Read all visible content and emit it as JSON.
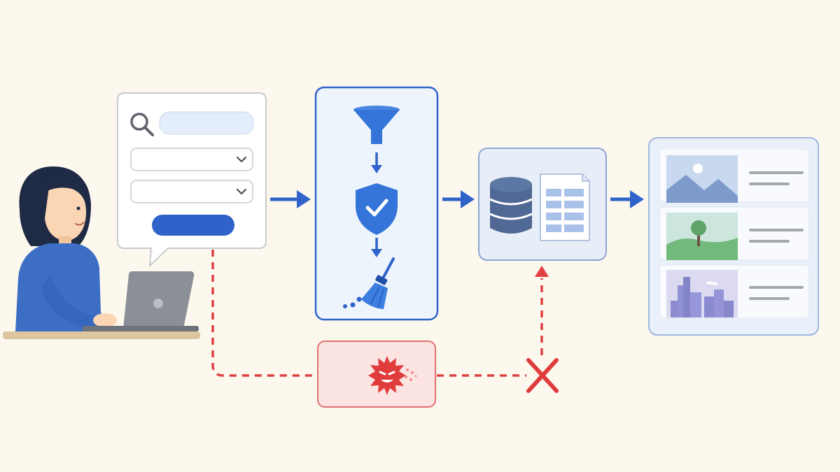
{
  "diagram": {
    "nodes": [
      {
        "id": "user",
        "kind": "person-at-laptop"
      },
      {
        "id": "search-form",
        "kind": "form",
        "elements": [
          "search-icon",
          "search-input",
          "dropdown-select",
          "dropdown-select",
          "submit-button"
        ]
      },
      {
        "id": "sanitization-stage",
        "kind": "process",
        "icons": [
          "funnel-icon",
          "shield-check-icon",
          "broom-icon"
        ]
      },
      {
        "id": "database-stage",
        "kind": "storage",
        "icons": [
          "database-icon",
          "table-sheet-icon"
        ]
      },
      {
        "id": "results-panel",
        "kind": "results-list",
        "thumbnails": [
          "mountain-landscape-thumbnail",
          "tree-hill-thumbnail",
          "city-skyline-thumbnail"
        ]
      },
      {
        "id": "malicious-input",
        "kind": "threat",
        "icons": [
          "virus-icon"
        ]
      },
      {
        "id": "blocked-marker",
        "kind": "block",
        "icons": [
          "x-mark-icon"
        ]
      }
    ],
    "edges": [
      {
        "from": "search-form",
        "to": "sanitization-stage",
        "style": "solid-blue"
      },
      {
        "from": "sanitization-stage",
        "to": "database-stage",
        "style": "solid-blue"
      },
      {
        "from": "database-stage",
        "to": "results-panel",
        "style": "solid-blue"
      },
      {
        "from": "search-form",
        "to": "malicious-input",
        "style": "dashed-red"
      },
      {
        "from": "malicious-input",
        "to": "blocked-marker",
        "style": "dashed-red"
      },
      {
        "from": "blocked-marker",
        "to": "database-stage",
        "style": "dashed-red-blocked"
      }
    ]
  },
  "colors": {
    "background": "#fcf8ee",
    "primary_blue": "#2f63c9",
    "light_blue": "#eaf1fb",
    "danger_red": "#e04040",
    "danger_bg": "#fbe9e8",
    "gray": "#9a9ea6"
  }
}
